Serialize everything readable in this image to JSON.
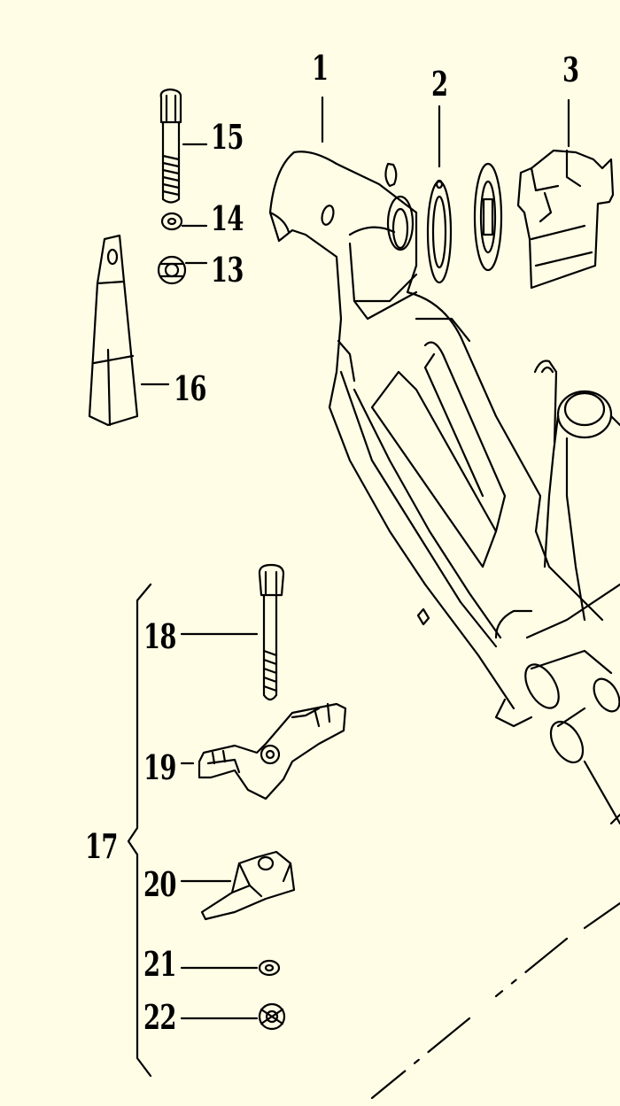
{
  "diagram": {
    "background_color": "#fffde6",
    "line_color": "#000000",
    "callouts": {
      "c1": "1",
      "c2": "2",
      "c3": "3",
      "c13": "13",
      "c14": "14",
      "c15": "15",
      "c16": "16",
      "c17": "17",
      "c18": "18",
      "c19": "19",
      "c20": "20",
      "c21": "21",
      "c22": "22"
    }
  }
}
